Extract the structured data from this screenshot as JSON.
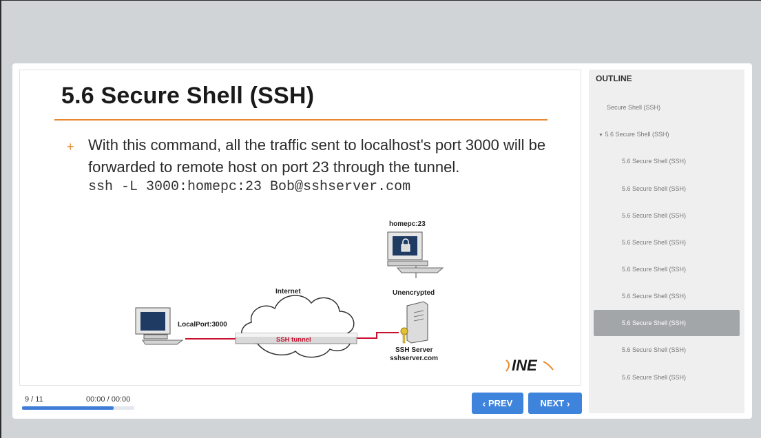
{
  "slide": {
    "title": "5.6 Secure Shell (SSH)",
    "bullet_marker": "+",
    "bullet_text": "With this command, all the traffic sent to localhost's port 3000 will be forwarded to remote host on port 23 through the tunnel.",
    "command": "ssh -L 3000:homepc:23 Bob@sshserver.com",
    "diagram": {
      "homepc_label": "homepc:23",
      "internet_label": "Internet",
      "unencrypted_label": "Unencrypted",
      "localport_label": "LocalPort:3000",
      "tunnel_label": "SSH tunnel",
      "server_label": "SSH Server",
      "server_host": "sshserver.com",
      "logo_text": "INE"
    }
  },
  "controls": {
    "slide_count": "9 / 11",
    "time": "00:00 / 00:00",
    "progress": 0.818,
    "prev_label": "PREV",
    "next_label": "NEXT"
  },
  "outline": {
    "heading": "OUTLINE",
    "items": [
      {
        "label": "Secure Shell (SSH)",
        "level": 0
      },
      {
        "label": "5.6 Secure Shell (SSH)",
        "level": 1,
        "expanded": true
      },
      {
        "label": "5.6 Secure Shell (SSH)",
        "level": 2
      },
      {
        "label": "5.6 Secure Shell (SSH)",
        "level": 2
      },
      {
        "label": "5.6 Secure Shell (SSH)",
        "level": 2
      },
      {
        "label": "5.6 Secure Shell (SSH)",
        "level": 2
      },
      {
        "label": "5.6 Secure Shell (SSH)",
        "level": 2
      },
      {
        "label": "5.6 Secure Shell (SSH)",
        "level": 2
      },
      {
        "label": "5.6 Secure Shell (SSH)",
        "level": 2,
        "active": true
      },
      {
        "label": "5.6 Secure Shell (SSH)",
        "level": 2
      },
      {
        "label": "5.6 Secure Shell (SSH)",
        "level": 2
      }
    ]
  },
  "colors": {
    "accent_orange": "#e8872e",
    "button_blue": "#3f84dc",
    "tunnel_red": "#c8102e",
    "active_item": "#a3a6a9"
  }
}
